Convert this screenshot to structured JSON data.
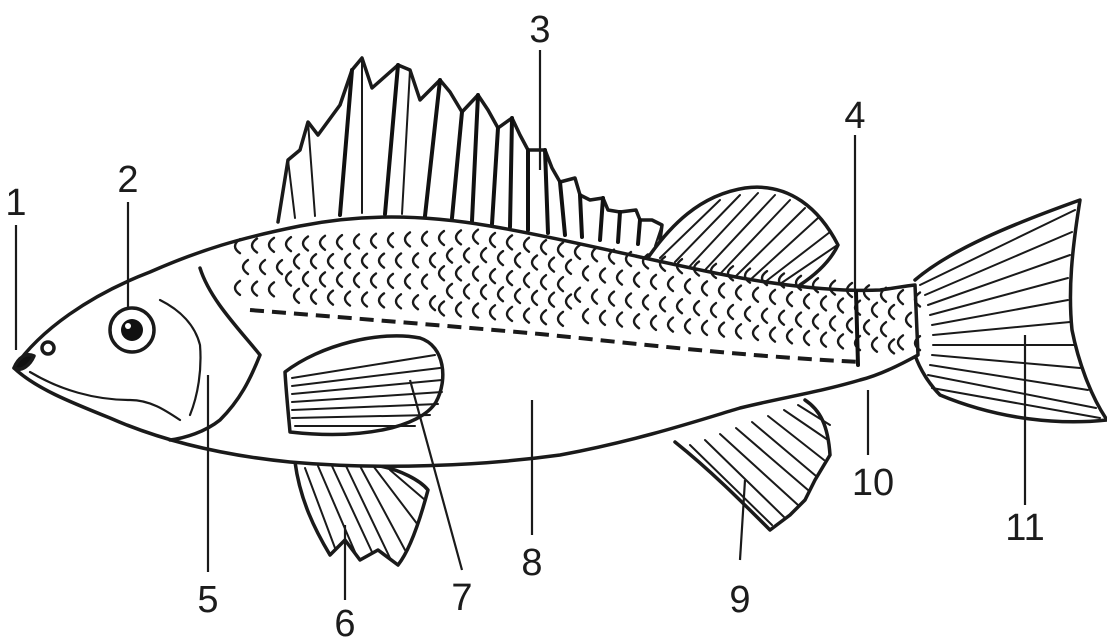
{
  "diagram": {
    "labels": [
      {
        "id": "label-1",
        "text": "1"
      },
      {
        "id": "label-2",
        "text": "2"
      },
      {
        "id": "label-3",
        "text": "3"
      },
      {
        "id": "label-4",
        "text": "4"
      },
      {
        "id": "label-5",
        "text": "5"
      },
      {
        "id": "label-6",
        "text": "6"
      },
      {
        "id": "label-7",
        "text": "7"
      },
      {
        "id": "label-8",
        "text": "8"
      },
      {
        "id": "label-9",
        "text": "9"
      },
      {
        "id": "label-10",
        "text": "10"
      },
      {
        "id": "label-11",
        "text": "11"
      }
    ]
  },
  "colors": {
    "ink": "#1a1a1a",
    "paper": "#ffffff"
  }
}
